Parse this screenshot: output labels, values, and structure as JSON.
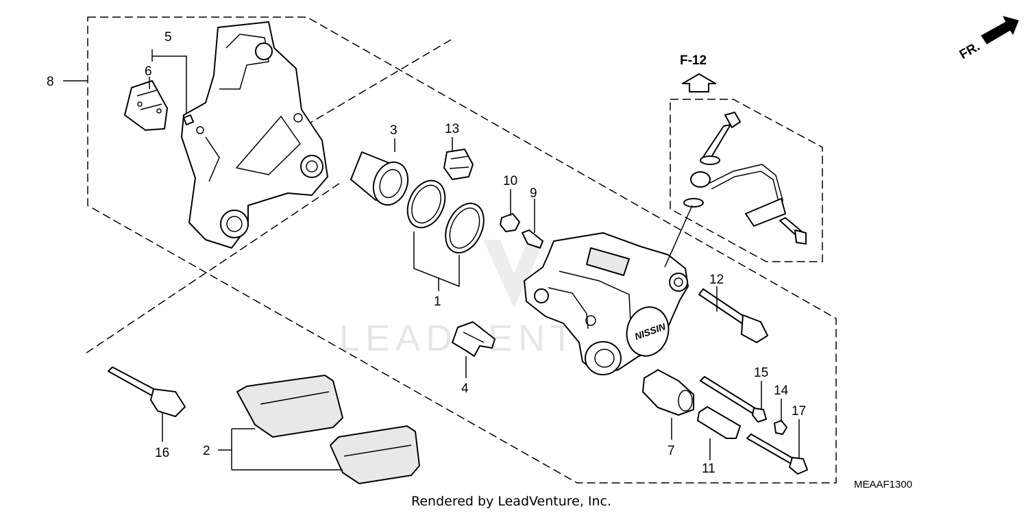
{
  "diagram": {
    "callouts": [
      {
        "id": "p1",
        "label": "1"
      },
      {
        "id": "p2",
        "label": "2"
      },
      {
        "id": "p3",
        "label": "3"
      },
      {
        "id": "p4",
        "label": "4"
      },
      {
        "id": "p5",
        "label": "5"
      },
      {
        "id": "p6",
        "label": "6"
      },
      {
        "id": "p7",
        "label": "7"
      },
      {
        "id": "p8",
        "label": "8"
      },
      {
        "id": "p9",
        "label": "9"
      },
      {
        "id": "p10",
        "label": "10"
      },
      {
        "id": "p11",
        "label": "11"
      },
      {
        "id": "p12",
        "label": "12"
      },
      {
        "id": "p13",
        "label": "13"
      },
      {
        "id": "p14",
        "label": "14"
      },
      {
        "id": "p15",
        "label": "15"
      },
      {
        "id": "p16",
        "label": "16"
      },
      {
        "id": "p17",
        "label": "17"
      }
    ],
    "reference_label": "F-12",
    "direction_label": "FR.",
    "caliper_brand": "NISSIN",
    "diagram_code": "MEAAF1300",
    "watermark": "LEADVENTURE",
    "credit": "Rendered by LeadVenture, Inc."
  }
}
